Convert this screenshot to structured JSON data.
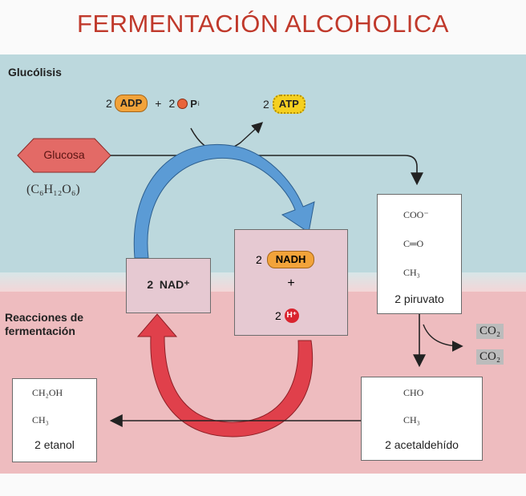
{
  "title": "FERMENTACIÓN ALCOHOLICA",
  "sections": {
    "glycolysis": "Glucólisis",
    "fermentation_line1": "Reacciones de",
    "fermentation_line2": "fermentación"
  },
  "inputs": {
    "adp_coef": "2",
    "adp": "ADP",
    "plus": "+",
    "pi_coef": "2",
    "pi": "P",
    "pi_sub": "i",
    "atp_coef": "2",
    "atp": "ATP"
  },
  "glucose": {
    "label": "Glucosa",
    "formula": "(C₆H₁₂O₆)"
  },
  "pyruvate": {
    "coo": "COO⁻",
    "carbonyl": "C═O",
    "ch3": "CH₃",
    "label": "2 piruvato"
  },
  "nadh_box": {
    "nadh_coef": "2",
    "nadh": "NADH",
    "plus": "+",
    "h_coef": "2",
    "h": "H⁺"
  },
  "nad_box": {
    "label": "2  NAD⁺"
  },
  "co2": [
    "CO₂",
    "CO₂"
  ],
  "acetaldehyde": {
    "cho": "CHO",
    "ch3": "CH₃",
    "label": "2 acetaldehído"
  },
  "ethanol": {
    "ch2oh": "CH₂OH",
    "ch3": "CH₃",
    "label": "2 etanol"
  },
  "colors": {
    "title": "#c0392b",
    "glycolysis_bg": "#bcd8dd",
    "fermentation_bg": "#eebcbf",
    "blue_arrow": "#5b9bd5",
    "red_arrow": "#e0404b",
    "orange_pill": "#f2a33a",
    "yellow_star": "#f5d020"
  }
}
